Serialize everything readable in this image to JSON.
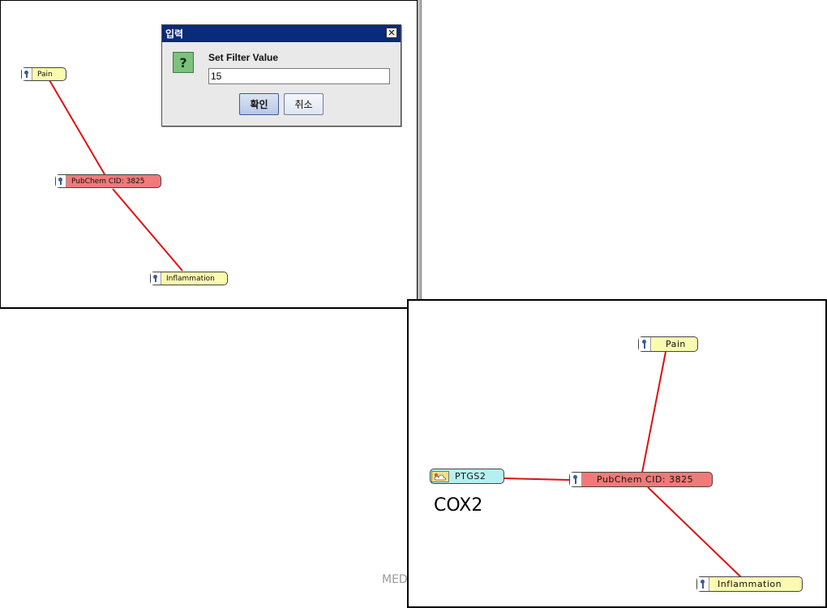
{
  "dialog": {
    "title": "입력",
    "close_glyph": "✕",
    "icon_glyph": "?",
    "message": "Set Filter Value",
    "input_value": "15",
    "ok_label": "확인",
    "cancel_label": "취소"
  },
  "top_graph": {
    "nodes": {
      "pain": "Pain",
      "compound": "PubChem CID: 3825",
      "inflammation": "Inflammation"
    },
    "edge_color": "#dd1111"
  },
  "bottom_graph": {
    "nodes": {
      "pain": "Pain",
      "compound": "PubChem CID: 3825",
      "inflammation": "Inflammation",
      "gene": "PTGS2"
    },
    "gene_annotation": "COX2",
    "edge_color": "#dd1111"
  },
  "background_text": "MED",
  "colors": {
    "disease_node": "#fbfbb0",
    "compound_node": "#f27979",
    "gene_node": "#b6eff2",
    "dialog_titlebar": "#0a2a7a"
  },
  "icons": {
    "node_marker": "pin-icon",
    "gene_marker": "gene-icon",
    "question": "question-icon",
    "close": "close-icon"
  }
}
